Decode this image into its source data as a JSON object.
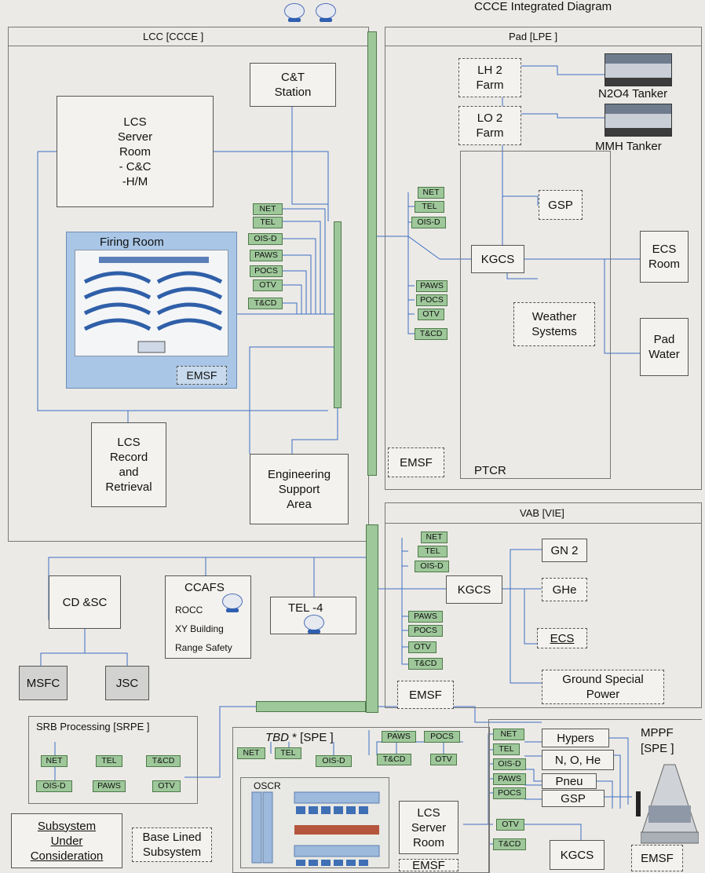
{
  "header": {
    "title": "CCCE Integrated Diagram"
  },
  "lcc": {
    "title": "LCC  [CCCE ]",
    "ct_station": [
      "C&T",
      "Station"
    ],
    "server_room": [
      "LCS",
      "Server",
      "Room",
      "- C&C",
      "-H/M"
    ],
    "firing_room": "Firing Room",
    "emsf": "EMSF",
    "record": [
      "LCS",
      "Record",
      "and",
      "Retrieval"
    ],
    "esa": [
      "Engineering",
      "Support",
      "Area"
    ],
    "chips": [
      "NET",
      "TEL",
      "OIS-D",
      "PAWS",
      "POCS",
      "OTV",
      "T&CD"
    ]
  },
  "pad": {
    "title": "Pad  [LPE ]",
    "lh2": [
      "LH 2",
      "Farm"
    ],
    "lo2": [
      "LO 2",
      "Farm"
    ],
    "n2o4": "N2O4 Tanker",
    "mmh": "MMH Tanker",
    "gsp": "GSP",
    "kgcs": "KGCS",
    "ecs_room": [
      "ECS",
      "Room"
    ],
    "weather": [
      "Weather",
      "Systems"
    ],
    "pad_water": [
      "Pad",
      "Water"
    ],
    "emsf": "EMSF",
    "ptcr": "PTCR",
    "chips_top": [
      "NET",
      "TEL",
      "OIS-D"
    ],
    "chips_bottom": [
      "PAWS",
      "POCS",
      "OTV",
      "T&CD"
    ]
  },
  "vab": {
    "title": "VAB [VIE]",
    "chips_top": [
      "NET",
      "TEL",
      "OIS-D"
    ],
    "chips_bottom": [
      "PAWS",
      "POCS",
      "OTV",
      "T&CD"
    ],
    "kgcs": "KGCS",
    "gn2": "GN 2",
    "ghe": "GHe",
    "ecs": "ECS",
    "gsp": [
      "Ground Special",
      "Power"
    ],
    "emsf": "EMSF"
  },
  "mid": {
    "cdsc": "CD &SC",
    "msfc": "MSFC",
    "jsc": "JSC",
    "ccafs": "CCAFS",
    "ccafs_items": [
      "ROCC",
      "XY Building",
      "Range Safety"
    ],
    "tel4": "TEL -4"
  },
  "srb": {
    "title": "SRB Processing   [SRPE ]",
    "row1": [
      "NET",
      "TEL",
      "T&CD"
    ],
    "row2": [
      "OIS-D",
      "PAWS",
      "OTV"
    ]
  },
  "tbd": {
    "title_italic": "TBD",
    "title_rest": " * [SPE ]",
    "chips_top": [
      "PAWS",
      "POCS"
    ],
    "chips_row2": [
      "NET",
      "TEL"
    ],
    "chips_row3": [
      "OIS-D",
      "T&CD",
      "OTV"
    ],
    "oscr": "OSCR",
    "lcs_server": [
      "LCS",
      "Server",
      "Room"
    ],
    "emsf": "EMSF"
  },
  "mppf": {
    "title": [
      "MPPF",
      "[SPE ]"
    ],
    "chips": [
      "NET",
      "TEL",
      "OIS-D",
      "PAWS",
      "POCS",
      "OTV",
      "T&CD"
    ],
    "hypers": "Hypers",
    "no_he": "N, O, He",
    "pneu": "Pneu",
    "gsp": "GSP",
    "kgcs": "KGCS",
    "emsf": "EMSF"
  },
  "legend": {
    "solid": [
      "Subsystem",
      "Under",
      "Consideration"
    ],
    "dashed": [
      "Base Lined",
      "Subsystem"
    ]
  },
  "colors": {
    "wire": "#3b6fc4",
    "chip": "#9ec79a",
    "firing_room": "#a9c6e6"
  }
}
